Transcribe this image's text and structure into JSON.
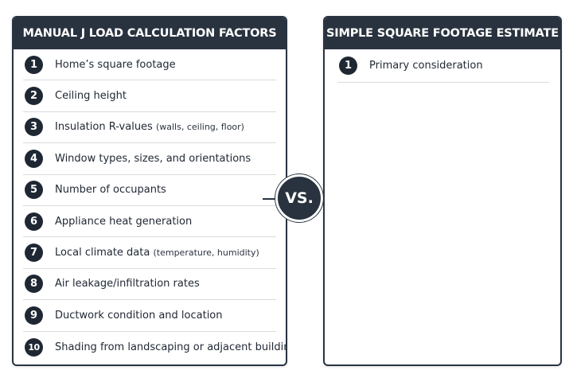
{
  "left_panel": {
    "title": "MANUAL J LOAD CALCULATION FACTORS",
    "items": [
      {
        "number": "1",
        "label": "Home’s square footage",
        "note": ""
      },
      {
        "number": "2",
        "label": "Ceiling height",
        "note": ""
      },
      {
        "number": "3",
        "label": "Insulation R-values",
        "note": "(walls, ceiling, floor)"
      },
      {
        "number": "4",
        "label": "Window types, sizes, and orientations",
        "note": ""
      },
      {
        "number": "5",
        "label": "Number of occupants",
        "note": ""
      },
      {
        "number": "6",
        "label": "Appliance heat generation",
        "note": ""
      },
      {
        "number": "7",
        "label": "Local climate data",
        "note": "(temperature, humidity)"
      },
      {
        "number": "8",
        "label": "Air leakage/infiltration rates",
        "note": ""
      },
      {
        "number": "9",
        "label": "Ductwork condition and location",
        "note": ""
      },
      {
        "number": "10",
        "label": "Shading from landscaping or adjacent buildings",
        "note": ""
      }
    ]
  },
  "vs_label": "VS.",
  "right_panel": {
    "title": "SIMPLE SQUARE FOOTAGE ESTIMATE",
    "items": [
      {
        "number": "1",
        "label": "Primary consideration"
      }
    ]
  },
  "colors": {
    "header_bg": "#29323f",
    "text": "#1f2733",
    "divider": "#d7dbe0"
  }
}
